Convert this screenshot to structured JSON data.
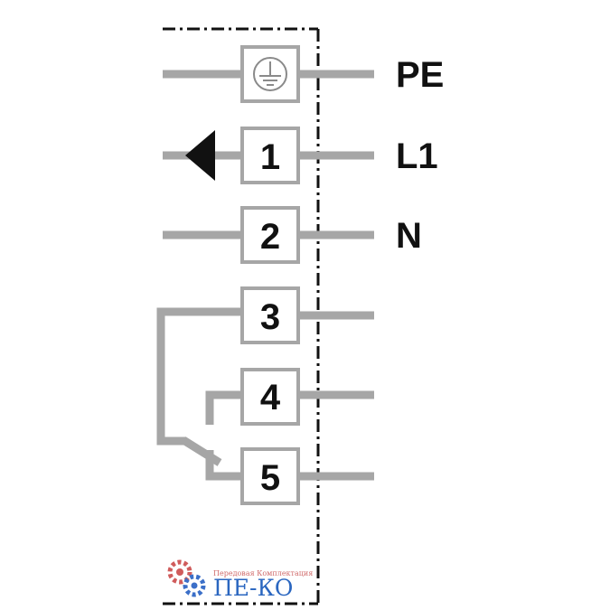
{
  "colors": {
    "wire": "#a6a6a6",
    "terminal_border": "#a6a6a6",
    "housing_line": "#111111",
    "arrow": "#111111",
    "label": "#111111",
    "ground_symbol": "#8a8a8a",
    "logo_gear_red": "#d05c5c",
    "logo_gear_blue": "#3b6fc8",
    "logo_text": "#2a66c0"
  },
  "terminals": [
    {
      "id": "pe",
      "symbol": "protective-earth-icon",
      "number": "",
      "wire_label": "PE"
    },
    {
      "id": "1",
      "number": "1",
      "wire_label": "L1",
      "input_marker": "arrow-left-icon"
    },
    {
      "id": "2",
      "number": "2",
      "wire_label": "N"
    },
    {
      "id": "3",
      "number": "3",
      "wire_label": ""
    },
    {
      "id": "4",
      "number": "4",
      "wire_label": ""
    },
    {
      "id": "5",
      "number": "5",
      "wire_label": ""
    }
  ],
  "logo": {
    "tagline": "Передовая Комплектация",
    "name": "ПЕ-КО",
    "icon": "gears-icon"
  }
}
